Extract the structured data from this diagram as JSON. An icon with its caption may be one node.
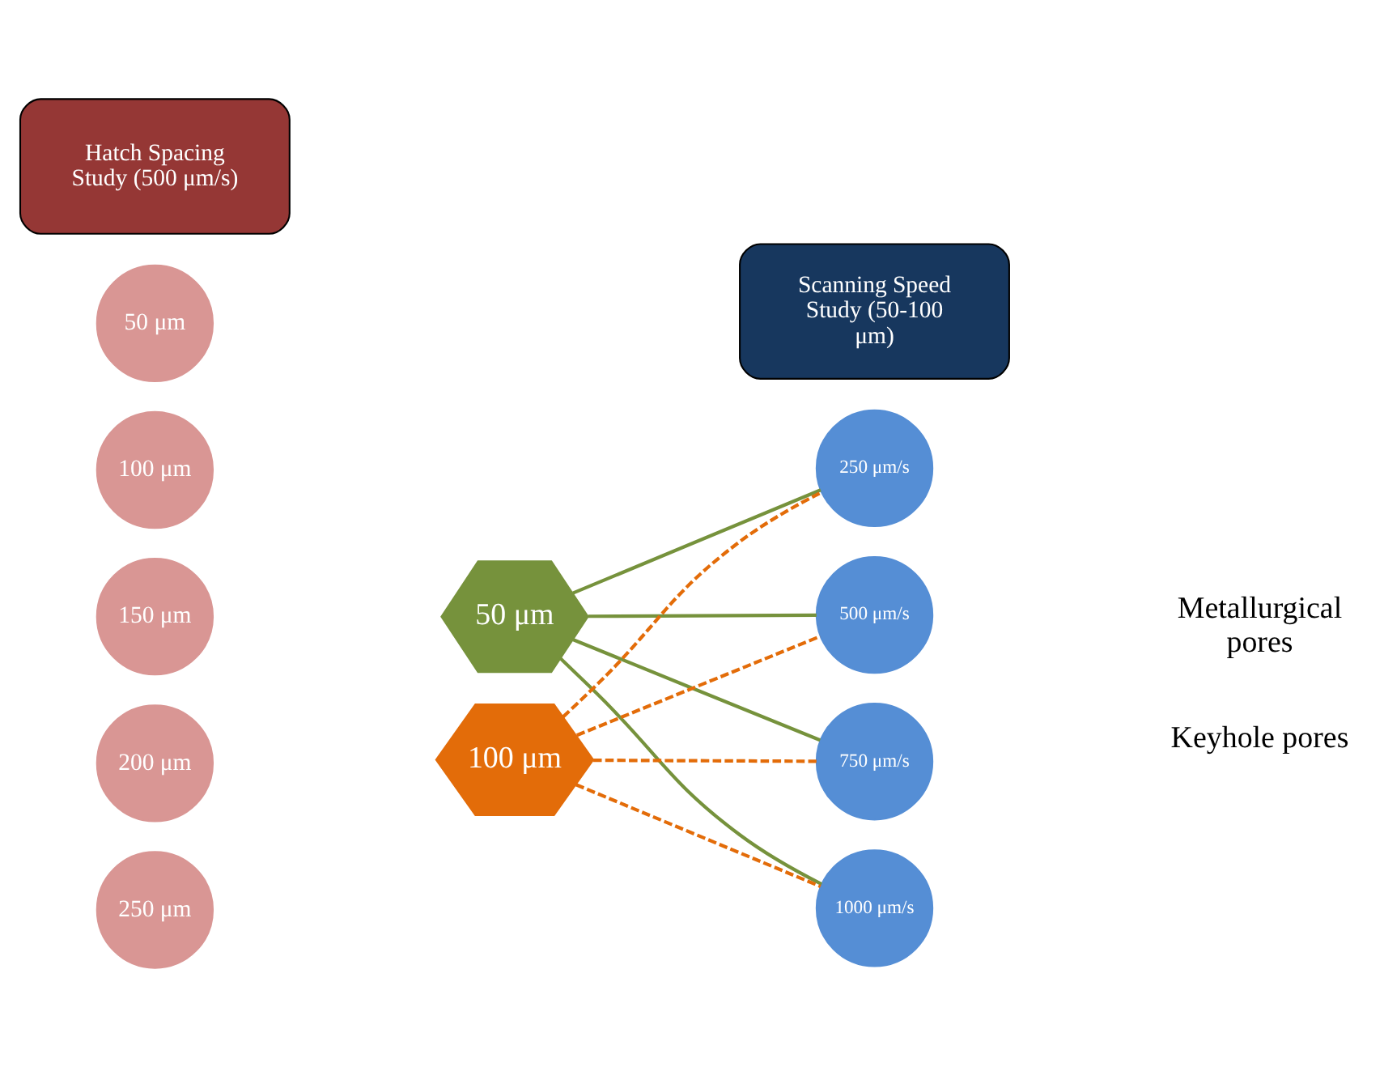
{
  "diagram": {
    "nodes": [
      {
        "text": [
          "Hatch Spacing Study (500 μm/s)"
        ]
      },
      {
        "text": [
          "Scanning Speed Study (50-100 μm)"
        ]
      },
      {
        "text": [
          "50 μm"
        ]
      },
      {
        "text": [
          "100 μm"
        ]
      },
      {
        "text": [
          "150 μm"
        ]
      },
      {
        "text": [
          "200 μm"
        ]
      },
      {
        "text": [
          "250 μm"
        ]
      },
      {
        "text": [
          "50 μm"
        ]
      },
      {
        "text": [
          "100 μm"
        ]
      },
      {
        "text": [
          "250 μm/s"
        ]
      },
      {
        "text": [
          "500 μm/s"
        ]
      },
      {
        "text": [
          "750 μm/s"
        ]
      },
      {
        "text": [
          "1000 μm/s"
        ]
      }
    ],
    "edges": [
      {
        "from": 7,
        "to": 9,
        "arrow": "none",
        "color": "#76923c"
      },
      {
        "from": 7,
        "to": 10,
        "arrow": "none",
        "color": "#76923c"
      },
      {
        "from": 7,
        "to": 11,
        "arrow": "none",
        "color": "#76923c"
      },
      {
        "from": 7,
        "to": 12,
        "arrow": "none",
        "color": "#76923c"
      },
      {
        "from": 8,
        "to": 9,
        "arrow": "none",
        "style": "dashed",
        "color": "#e36c09"
      },
      {
        "from": 8,
        "to": 10,
        "arrow": "none",
        "style": "dashed",
        "color": "#e36c09"
      },
      {
        "from": 8,
        "to": 11,
        "arrow": "none",
        "style": "dashed",
        "color": "#e36c09"
      },
      {
        "from": 8,
        "to": 12,
        "arrow": "none",
        "style": "dashed",
        "color": "#e36c09"
      }
    ],
    "labels": [
      "Metallurgical pores",
      "Keyhole pores"
    ]
  }
}
